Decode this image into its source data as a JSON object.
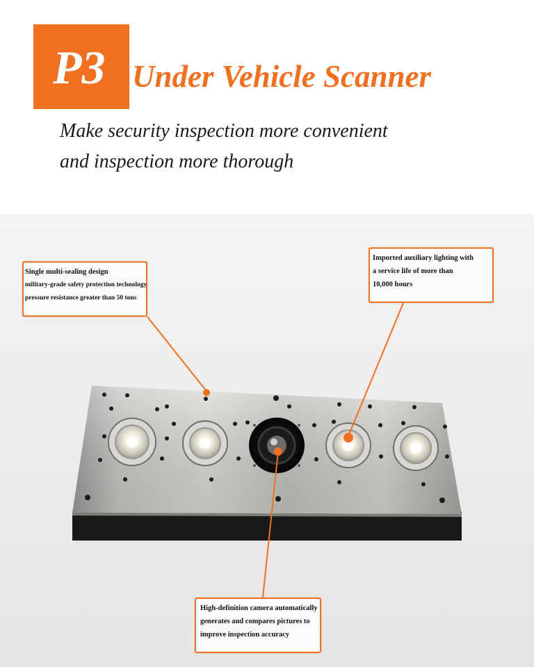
{
  "header": {
    "badge_text": "P3",
    "title": "Under Vehicle Scanner",
    "subtitle_line1": "Make security inspection more convenient",
    "subtitle_line2": "and inspection more thorough"
  },
  "callouts": {
    "sealing": {
      "line1": "Single multi-sealing design",
      "line2": "military-grade safety protection technology",
      "line3": "pressure resistance greater than 50 tons"
    },
    "lighting": {
      "line1": "Imported auxiliary lighting with",
      "line2": "a service life of more than",
      "line3": "10,000 hours"
    },
    "camera": {
      "line1": "High-definition camera automatically",
      "line2": "generates and compares pictures to",
      "line3": "improve inspection accuracy"
    }
  },
  "colors": {
    "accent": "#f07022",
    "text": "#1a1a1a"
  }
}
